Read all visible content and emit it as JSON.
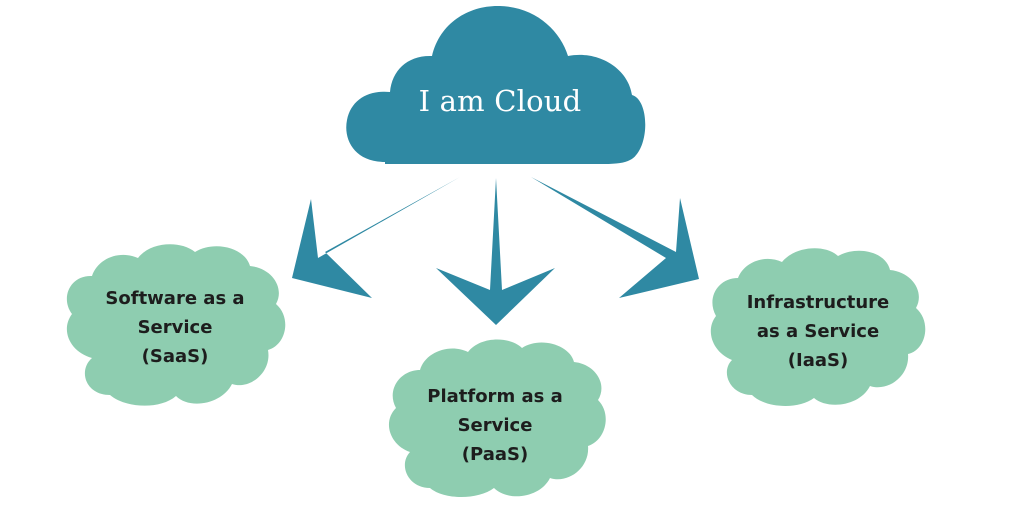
{
  "colors": {
    "main_cloud": "#2f89a3",
    "arrow": "#2f89a3",
    "service_cloud": "#8ecdb0",
    "main_text": "#ffffff",
    "service_text": "#1d1d1d",
    "background": "#ffffff"
  },
  "main_cloud": {
    "label": "I am Cloud"
  },
  "services": [
    {
      "id": "saas",
      "lines": [
        "Software as a",
        "Service",
        "(SaaS)"
      ]
    },
    {
      "id": "paas",
      "lines": [
        "Platform as a",
        "Service",
        "(PaaS)"
      ]
    },
    {
      "id": "iaas",
      "lines": [
        "Infrastructure",
        "as a Service",
        "(IaaS)"
      ]
    }
  ],
  "arrows": [
    {
      "from": "main_cloud",
      "to": "saas",
      "direction": "down-left"
    },
    {
      "from": "main_cloud",
      "to": "paas",
      "direction": "down"
    },
    {
      "from": "main_cloud",
      "to": "iaas",
      "direction": "down-right"
    }
  ]
}
